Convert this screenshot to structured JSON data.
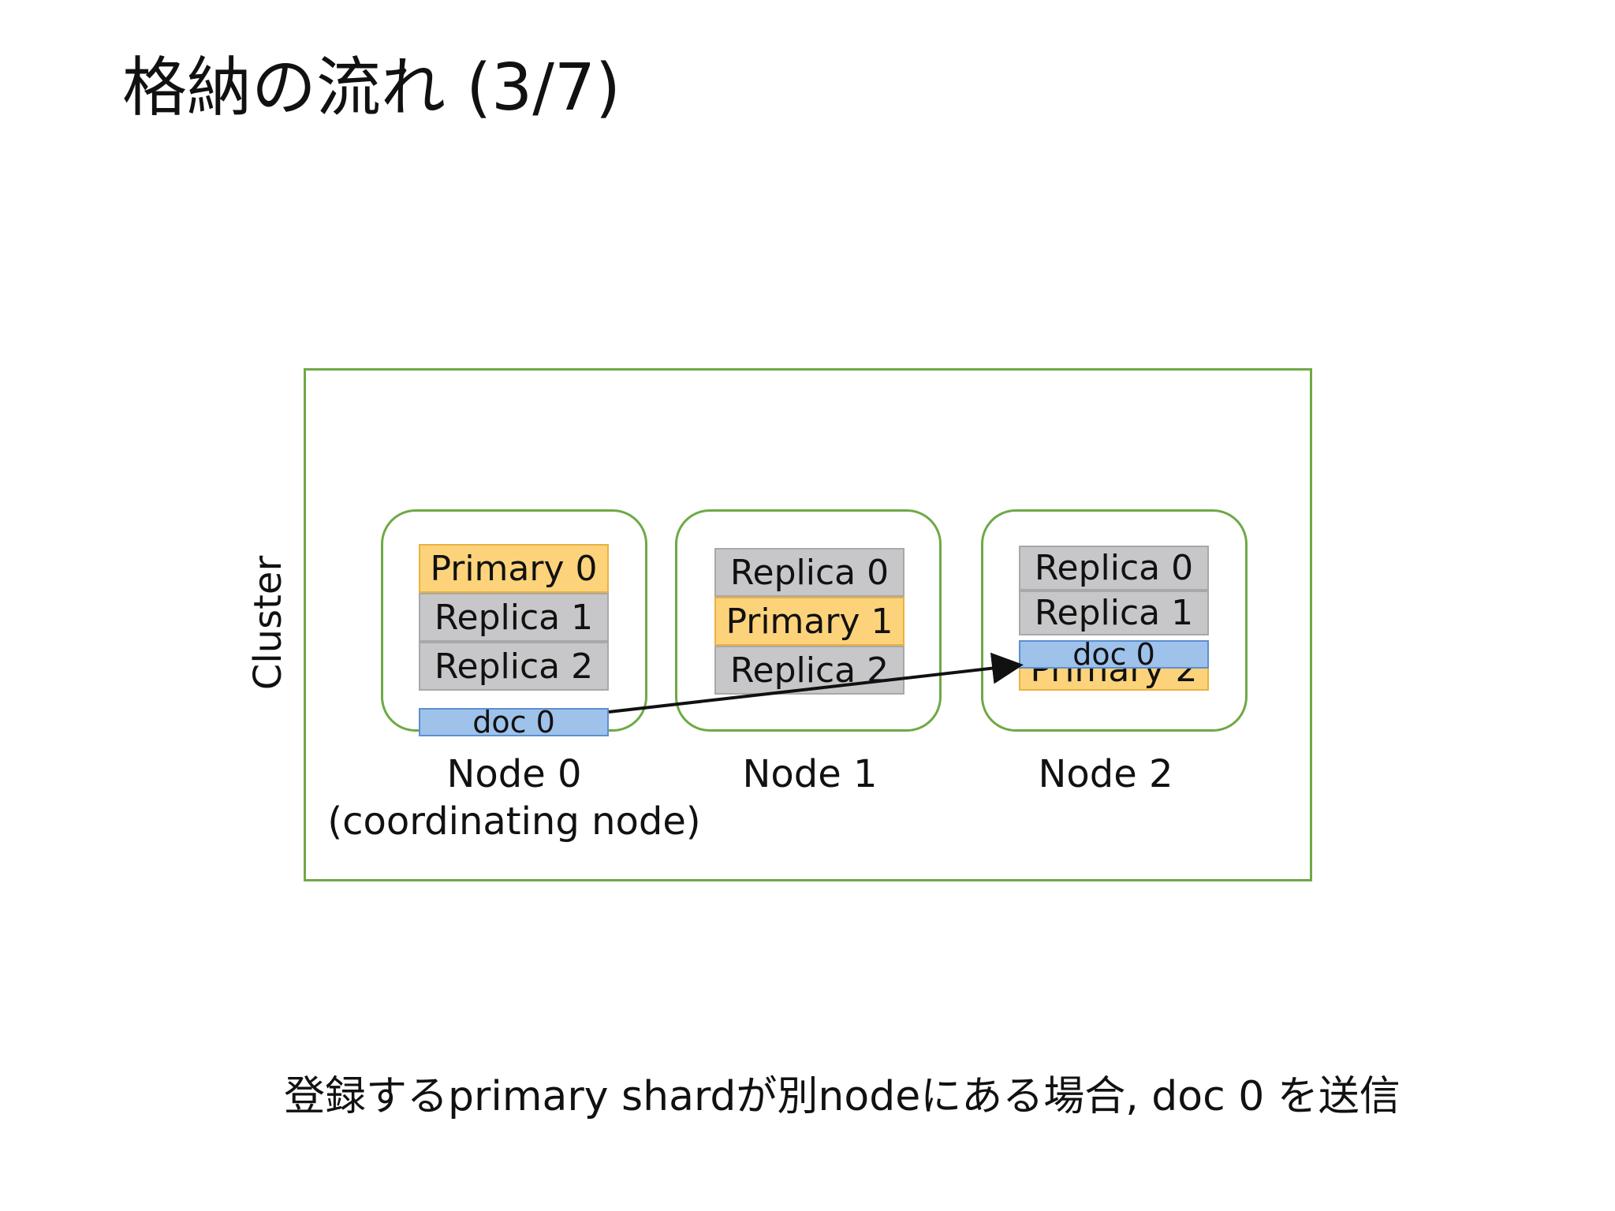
{
  "title": "格納の流れ (3/7)",
  "cluster": {
    "label": "Cluster"
  },
  "nodes": [
    {
      "label": "Node 0",
      "sublabel": "(coordinating node)",
      "shards": [
        "Primary 0",
        "Replica 1",
        "Replica 2"
      ]
    },
    {
      "label": "Node 1",
      "shards": [
        "Replica 0",
        "Primary 1",
        "Replica 2"
      ]
    },
    {
      "label": "Node 2",
      "shards": [
        "Replica 0",
        "Replica 1",
        "Primary 2"
      ]
    }
  ],
  "doc": {
    "source_label": "doc 0",
    "target_label": "doc 0"
  },
  "caption": "登録するprimary shardが別nodeにある場合, doc 0 を送信",
  "colors": {
    "border": "#6ea945",
    "primary": "#fcd37a",
    "replica": "#c7c7c9",
    "doc": "#9ec2ea"
  }
}
